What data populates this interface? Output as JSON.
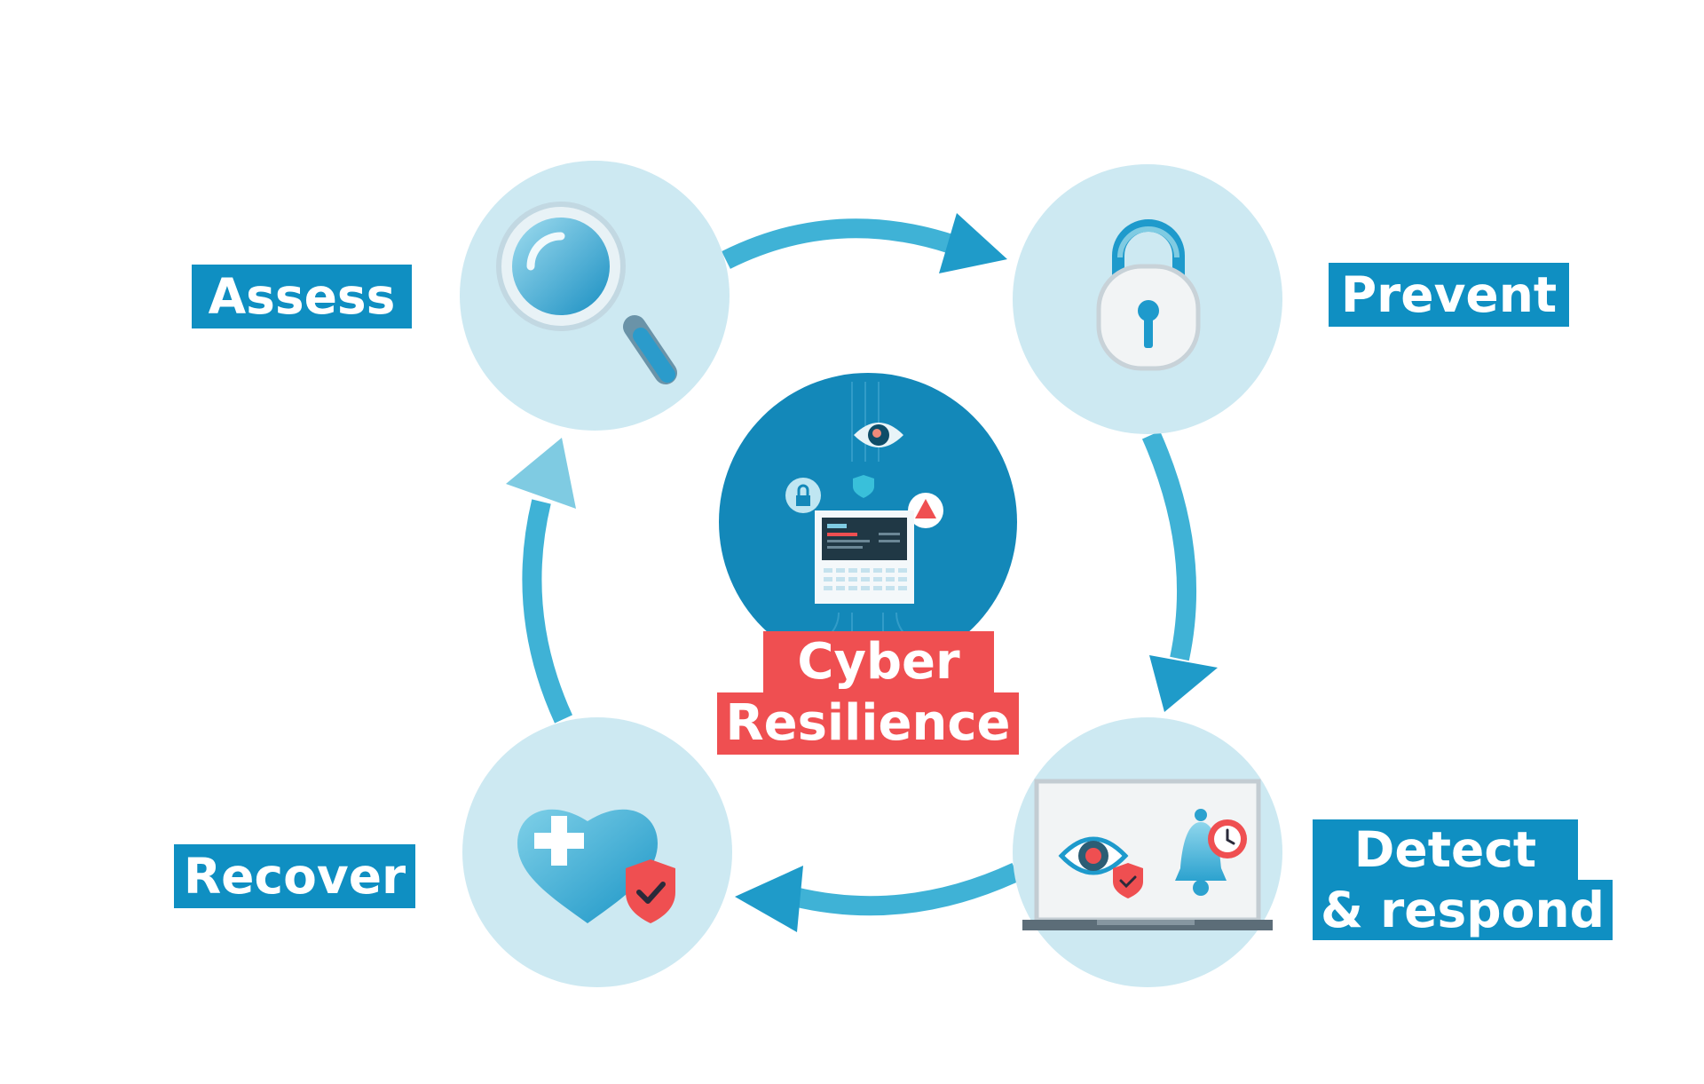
{
  "steps": {
    "assess": "Assess",
    "prevent": "Prevent",
    "detect_line1": "Detect",
    "detect_line2": "& respond",
    "recover": "Recover"
  },
  "center": {
    "line1": "Cyber",
    "line2": "Resilience"
  },
  "icons": {
    "assess": "magnifying-glass-icon",
    "prevent": "padlock-icon",
    "detect": "laptop-eye-bell-icon",
    "recover": "heart-shield-icon",
    "center": "computer-security-icon"
  },
  "colors": {
    "label_blue": "#0f8fc2",
    "label_red": "#ef4f51",
    "circle_fill": "#cde9f2",
    "arrow": "#3fb2d6",
    "center_fill": "#1388b9"
  }
}
